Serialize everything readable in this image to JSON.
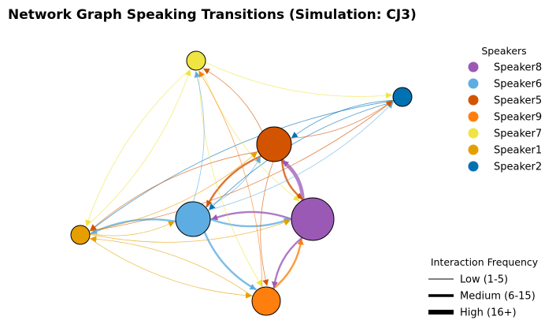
{
  "title": "Network Graph Speaking Transitions (Simulation: CJ3)",
  "speakers_legend": {
    "title": "Speakers",
    "items": [
      {
        "name": "Speaker8",
        "color": "#9b59b6"
      },
      {
        "name": "Speaker6",
        "color": "#5dade2"
      },
      {
        "name": "Speaker5",
        "color": "#d35400"
      },
      {
        "name": "Speaker9",
        "color": "#ff7f0e"
      },
      {
        "name": "Speaker7",
        "color": "#f0e442"
      },
      {
        "name": "Speaker1",
        "color": "#e69f00"
      },
      {
        "name": "Speaker2",
        "color": "#0072b2"
      }
    ]
  },
  "frequency_legend": {
    "title": "Interaction Frequency",
    "items": [
      {
        "label": "Low (1-5)",
        "level": "low"
      },
      {
        "label": "Medium (6-15)",
        "level": "medium"
      },
      {
        "label": "High (16+)",
        "level": "high"
      }
    ]
  },
  "nodes": [
    {
      "id": "Speaker8",
      "color": "#9b59b6",
      "size": "largest"
    },
    {
      "id": "Speaker6",
      "color": "#5dade2",
      "size": "large"
    },
    {
      "id": "Speaker5",
      "color": "#d35400",
      "size": "large"
    },
    {
      "id": "Speaker9",
      "color": "#ff7f0e",
      "size": "medium"
    },
    {
      "id": "Speaker1",
      "color": "#e69f00",
      "size": "small"
    },
    {
      "id": "Speaker7",
      "color": "#f0e442",
      "size": "small"
    },
    {
      "id": "Speaker2",
      "color": "#0072b2",
      "size": "small"
    }
  ],
  "edges": [
    {
      "from": "Speaker8",
      "to": "Speaker5",
      "level": "high",
      "color": "#9b59b6"
    },
    {
      "from": "Speaker5",
      "to": "Speaker8",
      "level": "medium",
      "color": "#d35400"
    },
    {
      "from": "Speaker8",
      "to": "Speaker6",
      "level": "medium",
      "color": "#9b59b6"
    },
    {
      "from": "Speaker6",
      "to": "Speaker8",
      "level": "medium",
      "color": "#5dade2"
    },
    {
      "from": "Speaker9",
      "to": "Speaker8",
      "level": "medium",
      "color": "#ff7f0e"
    },
    {
      "from": "Speaker8",
      "to": "Speaker9",
      "level": "medium",
      "color": "#9b59b6"
    },
    {
      "from": "Speaker5",
      "to": "Speaker6",
      "level": "medium",
      "color": "#d35400"
    },
    {
      "from": "Speaker6",
      "to": "Speaker5",
      "level": "low",
      "color": "#5dade2"
    },
    {
      "from": "Speaker6",
      "to": "Speaker9",
      "level": "medium",
      "color": "#5dade2"
    },
    {
      "from": "Speaker6",
      "to": "Speaker1",
      "level": "medium",
      "color": "#5dade2"
    },
    {
      "from": "Speaker1",
      "to": "Speaker6",
      "level": "low",
      "color": "#e69f00"
    },
    {
      "from": "Speaker1",
      "to": "Speaker8",
      "level": "low",
      "color": "#e69f00"
    },
    {
      "from": "Speaker1",
      "to": "Speaker9",
      "level": "low",
      "color": "#e69f00"
    },
    {
      "from": "Speaker9",
      "to": "Speaker1",
      "level": "low",
      "color": "#e69f00"
    },
    {
      "from": "Speaker2",
      "to": "Speaker1",
      "level": "low",
      "color": "#0072b2"
    },
    {
      "from": "Speaker2",
      "to": "Speaker5",
      "level": "low",
      "color": "#0072b2"
    },
    {
      "from": "Speaker2",
      "to": "Speaker6",
      "level": "low",
      "color": "#0072b2"
    },
    {
      "from": "Speaker6",
      "to": "Speaker2",
      "level": "low",
      "color": "#5dade2"
    },
    {
      "from": "Speaker5",
      "to": "Speaker2",
      "level": "low",
      "color": "#d35400"
    },
    {
      "from": "Speaker1",
      "to": "Speaker2",
      "level": "low",
      "color": "#d35400"
    },
    {
      "from": "Speaker7",
      "to": "Speaker2",
      "level": "low",
      "color": "#f0e442"
    },
    {
      "from": "Speaker7",
      "to": "Speaker1",
      "level": "low",
      "color": "#f0e442"
    },
    {
      "from": "Speaker7",
      "to": "Speaker9",
      "level": "low",
      "color": "#f0e442"
    },
    {
      "from": "Speaker7",
      "to": "Speaker8",
      "level": "low",
      "color": "#f0e442"
    },
    {
      "from": "Speaker5",
      "to": "Speaker7",
      "level": "low",
      "color": "#d35400"
    },
    {
      "from": "Speaker9",
      "to": "Speaker7",
      "level": "low",
      "color": "#ff7f0e"
    },
    {
      "from": "Speaker6",
      "to": "Speaker7",
      "level": "low",
      "color": "#5dade2"
    },
    {
      "from": "Speaker1",
      "to": "Speaker7",
      "level": "low",
      "color": "#f0e442"
    },
    {
      "from": "Speaker5",
      "to": "Speaker9",
      "level": "low",
      "color": "#d35400"
    },
    {
      "from": "Speaker1",
      "to": "Speaker5",
      "level": "low",
      "color": "#e69f00"
    },
    {
      "from": "Speaker5",
      "to": "Speaker1",
      "level": "low",
      "color": "#d35400"
    }
  ]
}
